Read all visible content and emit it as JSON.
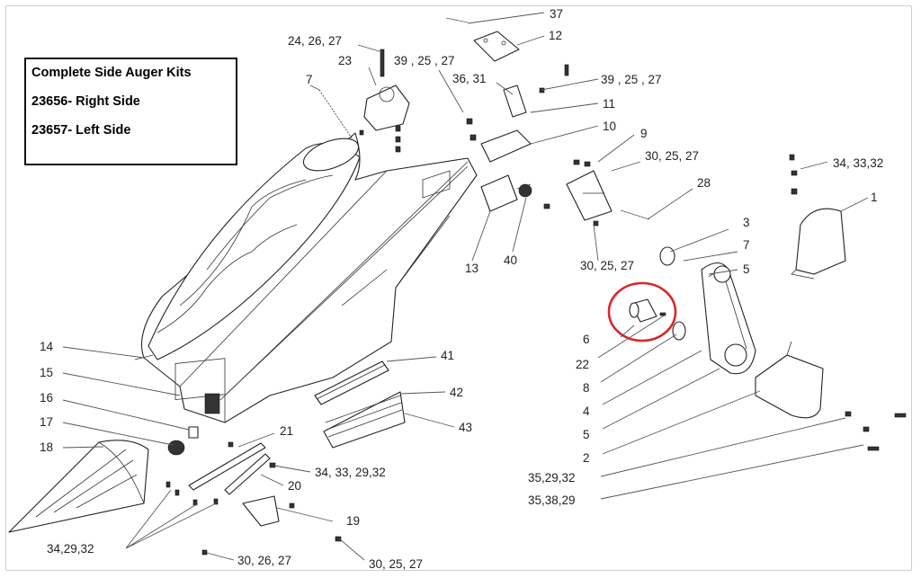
{
  "kit_box": {
    "title": "Complete Side Auger Kits",
    "line1": "23656- Right Side",
    "line2": "23657- Left Side"
  },
  "highlight_color": "#d9262c",
  "labels": {
    "l37": "37",
    "l12": "12",
    "l24": "24, 26, 27",
    "l23": "23",
    "l39a": "39 , 25 , 27",
    "l39b": "39 , 25 , 27",
    "l36": "36, 31",
    "l11": "11",
    "l10": "10",
    "l7a": "7",
    "l9": "9",
    "l30a": "30, 25, 27",
    "l34a": "34, 33,32",
    "l1": "1",
    "l28": "28",
    "l13": "13",
    "l40": "40",
    "l30b": "30, 25, 27",
    "l3": "3",
    "l7b": "7",
    "l5a": "5",
    "l6": "6",
    "l22": "22",
    "l8": "8",
    "l4": "4",
    "l5b": "5",
    "l2": "2",
    "l35a": "35,29,32",
    "l35b": "35,38,29",
    "l14": "14",
    "l15": "15",
    "l16": "16",
    "l17": "17",
    "l18": "18",
    "l41": "41",
    "l42": "42",
    "l43": "43",
    "l21": "21",
    "l34b": "34, 33, 29,32",
    "l20": "20",
    "l19": "19",
    "l34c": "34,29,32",
    "l30c": "30, 26, 27",
    "l30d": "30, 25, 27"
  }
}
